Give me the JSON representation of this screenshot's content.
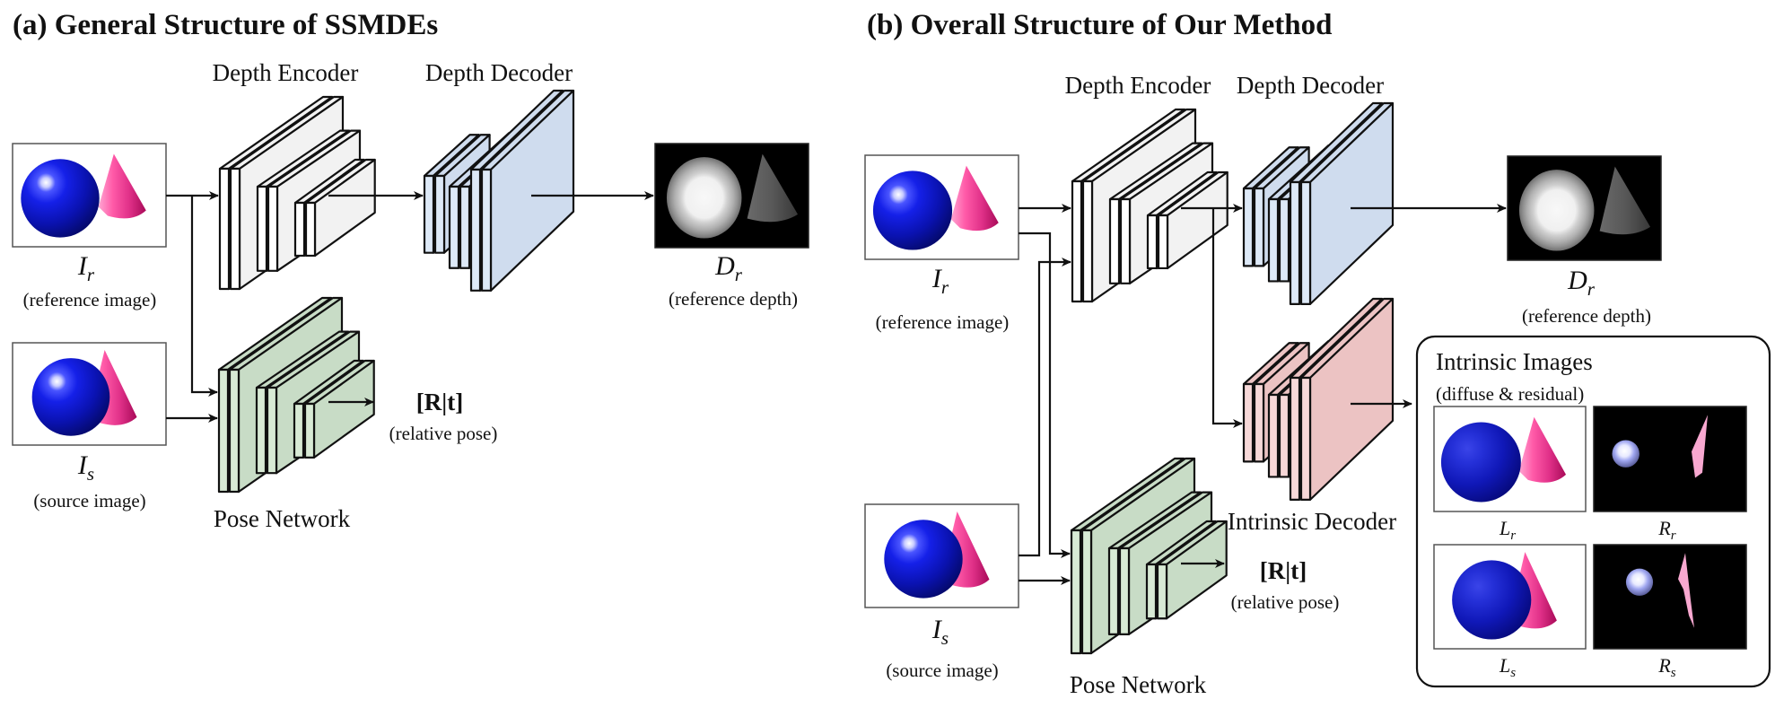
{
  "panels": {
    "a": {
      "title": "(a) General Structure of SSMDEs",
      "depth_encoder_label": "Depth Encoder",
      "depth_decoder_label": "Depth Decoder",
      "pose_network_label": "Pose Network",
      "ref_image": {
        "symbol": "I",
        "subscript": "r",
        "caption": "(reference image)"
      },
      "src_image": {
        "symbol": "I",
        "subscript": "s",
        "caption": "(source image)"
      },
      "ref_depth": {
        "symbol": "D",
        "subscript": "r",
        "caption": "(reference depth)"
      },
      "pose_output": {
        "symbol": "[R|t]",
        "caption": "(relative pose)"
      }
    },
    "b": {
      "title": "(b) Overall Structure of Our Method",
      "depth_encoder_label": "Depth Encoder",
      "depth_decoder_label": "Depth Decoder",
      "intrinsic_decoder_label": "Intrinsic Decoder",
      "pose_network_label": "Pose Network",
      "ref_image": {
        "symbol": "I",
        "subscript": "r",
        "caption": "(reference image)"
      },
      "src_image": {
        "symbol": "I",
        "subscript": "s",
        "caption": "(source image)"
      },
      "ref_depth": {
        "symbol": "D",
        "subscript": "r",
        "caption": "(reference depth)"
      },
      "pose_output": {
        "symbol": "[R|t]",
        "caption": "(relative pose)"
      },
      "intrinsic_images": {
        "title": "Intrinsic Images",
        "subtitle": "(diffuse & residual)",
        "cells": [
          {
            "symbol": "L",
            "subscript": "r",
            "kind": "diffuse"
          },
          {
            "symbol": "R",
            "subscript": "r",
            "kind": "residual"
          },
          {
            "symbol": "L",
            "subscript": "s",
            "kind": "diffuse"
          },
          {
            "symbol": "R",
            "subscript": "s",
            "kind": "residual"
          }
        ]
      }
    }
  },
  "colors": {
    "encoder_fill": "#f2f2f2",
    "encoder_front": "#ffffff",
    "decoder_fill": "#cfdcee",
    "decoder_front": "#dde9f7",
    "intrinsic_fill": "#ecc3c3",
    "intrinsic_front": "#f7d8d8",
    "pose_fill": "#c8dcc6",
    "pose_front": "#d8ead5",
    "sphere": "#0a14c8",
    "cone": "#e84a98"
  }
}
